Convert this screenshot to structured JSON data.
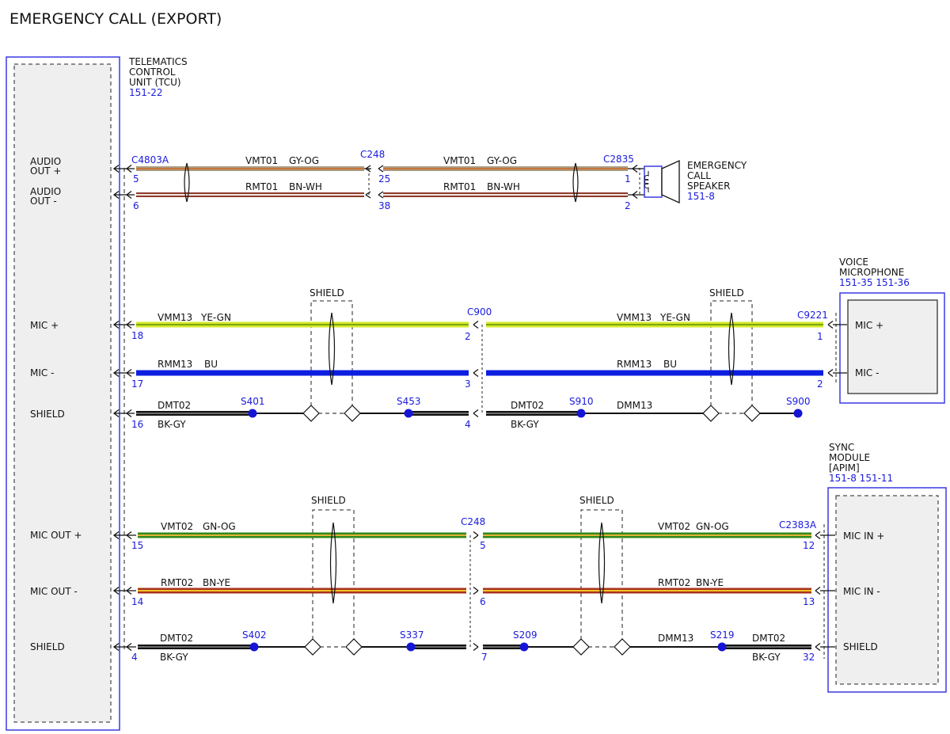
{
  "title": "EMERGENCY CALL (EXPORT)",
  "colors": {
    "frame": "#3a3ae0",
    "connector_text": "#1a1adb",
    "module_fill": "#efefef",
    "splice": "#1515d6",
    "ink": "#111111"
  },
  "tcu": {
    "name": [
      "TELEMATICS",
      "CONTROL",
      "UNIT (TCU)"
    ],
    "ref": "151-22",
    "pins": [
      {
        "label": [
          "AUDIO",
          "OUT +"
        ]
      },
      {
        "label": [
          "AUDIO",
          "OUT -"
        ]
      },
      {
        "label": [
          "MIC +"
        ]
      },
      {
        "label": [
          "MIC -"
        ]
      },
      {
        "label": [
          "SHIELD"
        ]
      },
      {
        "label": [
          "MIC OUT +"
        ]
      },
      {
        "label": [
          "MIC OUT -"
        ]
      },
      {
        "label": [
          "SHIELD"
        ]
      }
    ]
  },
  "speaker": {
    "name": [
      "EMERGENCY",
      "CALL",
      "SPEAKER"
    ],
    "ref": "151-8"
  },
  "microphone": {
    "name": [
      "VOICE",
      "MICROPHONE"
    ],
    "ref": "151-35   151-36",
    "pins": [
      "MIC +",
      "MIC -"
    ]
  },
  "sync": {
    "name": [
      "SYNC",
      "MODULE",
      "[APIM]"
    ],
    "ref": "151-8    151-11",
    "pins": [
      "MIC IN +",
      "MIC IN -",
      "SHIELD"
    ]
  },
  "shield_label": "SHIELD",
  "connectors": {
    "c4803a": {
      "name": "C4803A",
      "pins": [
        "5",
        "6",
        "18",
        "17",
        "16",
        "15",
        "14",
        "4"
      ]
    },
    "c248_top": {
      "name": "C248",
      "pins": [
        "25",
        "38"
      ]
    },
    "c2835": {
      "name": "C2835",
      "pins": [
        "1",
        "2"
      ]
    },
    "c900": {
      "name": "C900",
      "pins": [
        "2",
        "3",
        "4"
      ]
    },
    "c9221": {
      "name": "C9221",
      "pins": [
        "1",
        "2"
      ]
    },
    "c248_bottom": {
      "name": "C248",
      "pins": [
        "5",
        "6",
        "7"
      ]
    },
    "c2383a": {
      "name": "C2383A",
      "pins": [
        "12",
        "13",
        "32"
      ]
    }
  },
  "splices": [
    "S401",
    "S453",
    "S910",
    "S900",
    "S402",
    "S337",
    "S209",
    "S219"
  ],
  "circuits": {
    "audio_pos": {
      "circuit": "VMT01",
      "color": "GY-OG",
      "hex": [
        "#a99a80",
        "#c8753a"
      ]
    },
    "audio_neg": {
      "circuit": "RMT01",
      "color": "BN-WH",
      "hex": [
        "#8e3b2e",
        "#f2e6e0"
      ]
    },
    "mic_pos": {
      "circuit": "VMM13",
      "color": "YE-GN",
      "hex": [
        "#d6e82a",
        "#7aa80e"
      ]
    },
    "mic_neg": {
      "circuit": "RMM13",
      "color": "BU",
      "hex": [
        "#0d1ee0",
        "#0d1ee0"
      ]
    },
    "mic_shield_a": {
      "circuit": "DMT02",
      "color": "BK-GY",
      "hex": [
        "#111111",
        "#8a8a8a"
      ]
    },
    "mic_shield_b": {
      "circuit": "DMT02",
      "color": "BK-GY",
      "hex": [
        "#111111",
        "#8a8a8a"
      ]
    },
    "mic_shield_c": {
      "circuit": "DMM13"
    },
    "micout_pos": {
      "circuit": "VMT02",
      "color": "GN-OG",
      "hex": [
        "#2f8a1a",
        "#e2b33a"
      ]
    },
    "micout_neg": {
      "circuit": "RMT02",
      "color": "BN-YE",
      "hex": [
        "#a8321e",
        "#f3c424"
      ]
    },
    "micout_shield_a": {
      "circuit": "DMT02",
      "color": "BK-GY",
      "hex": [
        "#111111",
        "#8a8a8a"
      ]
    },
    "micout_shield_b": {
      "circuit": "DMM13"
    },
    "micout_shield_c": {
      "circuit": "DMT02",
      "color": "BK-GY",
      "hex": [
        "#111111",
        "#8a8a8a"
      ]
    }
  }
}
